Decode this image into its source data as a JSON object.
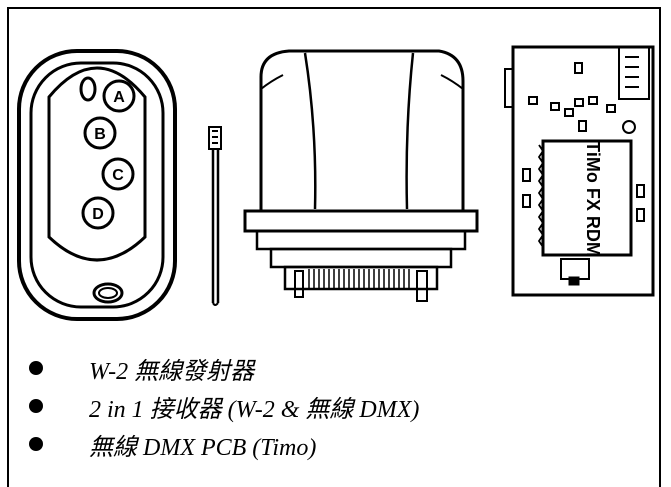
{
  "bullets": [
    {
      "text": "W-2 無線發射器"
    },
    {
      "text": "2 in 1  接收器  (W-2 &  無線 DMX)"
    },
    {
      "text": "無線  DMX PCB (Timo)"
    }
  ],
  "pcb_chip_label": "TiMo FX RDM",
  "remote_buttons": [
    "A",
    "B",
    "C",
    "D"
  ]
}
